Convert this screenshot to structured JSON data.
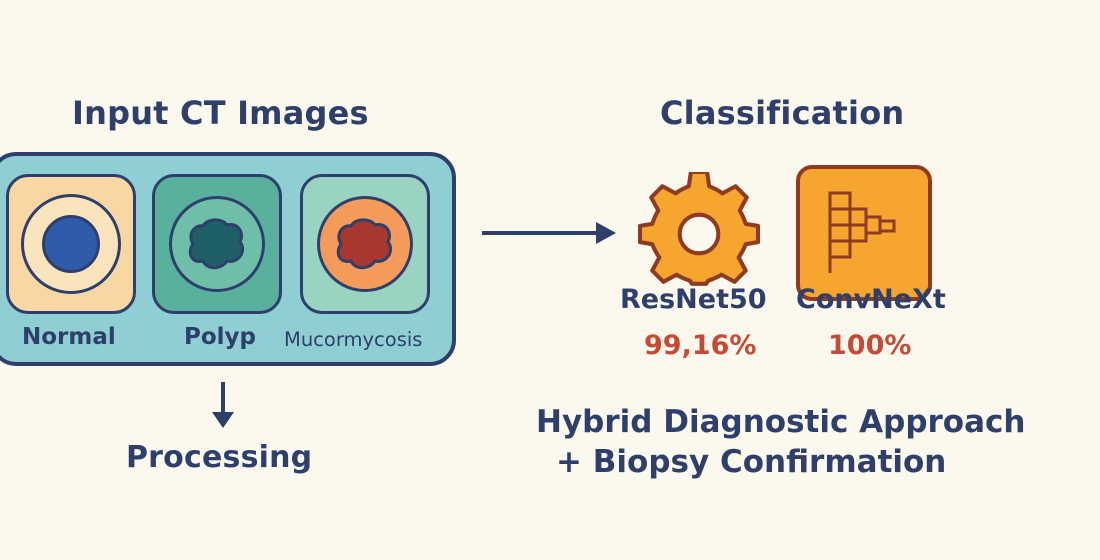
{
  "input": {
    "title": "Input CT Images",
    "tiles": [
      {
        "label": "Normal"
      },
      {
        "label": "Polyp"
      },
      {
        "label": "Mucormycosis"
      }
    ]
  },
  "processing": {
    "label": "Processing"
  },
  "classification": {
    "title": "Classification",
    "models": [
      {
        "name": "ResNet50",
        "score": "99,16%",
        "icon": "gear-icon"
      },
      {
        "name": "ConvNeXt",
        "score": "100%",
        "icon": "network-blocks-icon"
      }
    ]
  },
  "approach": {
    "line1": "Hybrid Diagnostic Approach",
    "line2": "+ Biopsy Confirmation"
  },
  "colors": {
    "background": "#fbf8ee",
    "text": "#2e3f6b",
    "score": "#c84a35",
    "panel": "#8fcfd3",
    "icon_fill": "#f6a52e"
  }
}
